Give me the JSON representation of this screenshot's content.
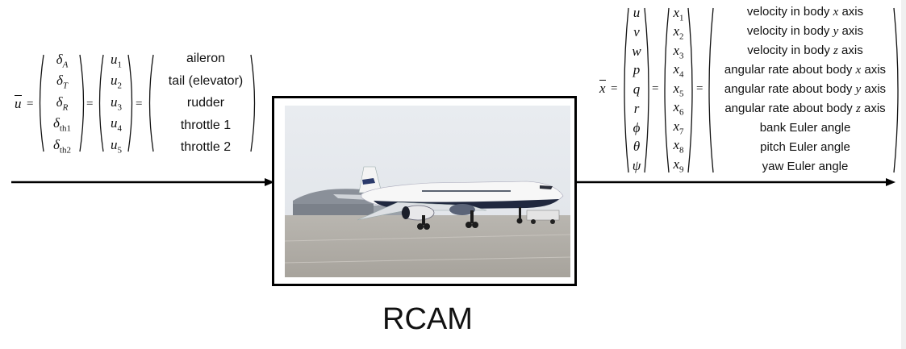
{
  "input": {
    "symbol": "u",
    "controls": [
      {
        "delta": "δ",
        "sub": "A",
        "sub_italic": true,
        "u": "u",
        "u_sub": "1",
        "name": "aileron"
      },
      {
        "delta": "δ",
        "sub": "T",
        "sub_italic": true,
        "u": "u",
        "u_sub": "2",
        "name": "tail (elevator)"
      },
      {
        "delta": "δ",
        "sub": "R",
        "sub_italic": true,
        "u": "u",
        "u_sub": "3",
        "name": "rudder"
      },
      {
        "delta": "δ",
        "sub": "th1",
        "sub_italic": false,
        "u": "u",
        "u_sub": "4",
        "name": "throttle 1"
      },
      {
        "delta": "δ",
        "sub": "th2",
        "sub_italic": false,
        "u": "u",
        "u_sub": "5",
        "name": "throttle 2"
      }
    ]
  },
  "output": {
    "symbol": "x",
    "states": [
      {
        "sym": "u",
        "x_sub": "1",
        "pre": "velocity in body ",
        "axis": "x",
        "post": " axis"
      },
      {
        "sym": "v",
        "x_sub": "2",
        "pre": "velocity in body ",
        "axis": "y",
        "post": " axis"
      },
      {
        "sym": "w",
        "x_sub": "3",
        "pre": "velocity in body ",
        "axis": "z",
        "post": " axis"
      },
      {
        "sym": "p",
        "x_sub": "4",
        "pre": "angular rate about body ",
        "axis": "x",
        "post": " axis"
      },
      {
        "sym": "q",
        "x_sub": "5",
        "pre": "angular rate about body ",
        "axis": "y",
        "post": " axis"
      },
      {
        "sym": "r",
        "x_sub": "6",
        "pre": "angular rate about body ",
        "axis": "z",
        "post": " axis"
      },
      {
        "sym": "ϕ",
        "x_sub": "7",
        "pre": "bank Euler angle",
        "axis": "",
        "post": ""
      },
      {
        "sym": "θ",
        "x_sub": "8",
        "pre": "pitch Euler angle",
        "axis": "",
        "post": ""
      },
      {
        "sym": "ψ",
        "x_sub": "9",
        "pre": "yaw Euler angle",
        "axis": "",
        "post": ""
      }
    ]
  },
  "system": {
    "label": "RCAM"
  },
  "equals": "="
}
